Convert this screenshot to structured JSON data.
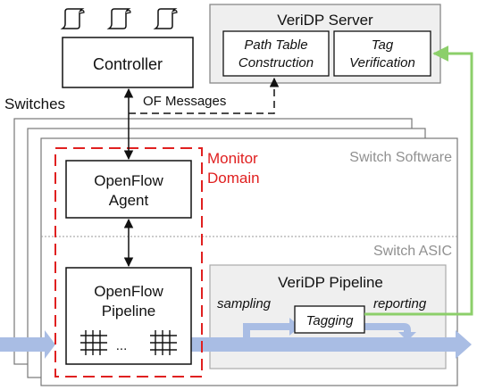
{
  "controller": {
    "label": "Controller"
  },
  "server": {
    "title": "VeriDP Server",
    "path_table": [
      "Path Table",
      "Construction"
    ],
    "tag_verification": [
      "Tag",
      "Verification"
    ]
  },
  "labels": {
    "switches": "Switches",
    "of_messages": "OF Messages",
    "switch_software": "Switch Software",
    "switch_asic": "Switch ASIC",
    "monitor_domain": [
      "Monitor",
      "Domain"
    ]
  },
  "openflow_agent": [
    "OpenFlow",
    "Agent"
  ],
  "openflow_pipeline": [
    "OpenFlow",
    "Pipeline"
  ],
  "table_ellipsis": "...",
  "veridp_pipeline": {
    "title": "VeriDP Pipeline",
    "sampling": "sampling",
    "tagging": "Tagging",
    "reporting": "reporting"
  },
  "colors": {
    "monitor_domain": "#e02020",
    "report_arrow": "#8ccf6a",
    "packet_flow": "#a9bde4",
    "panel_fill": "#efefef",
    "muted_text": "#909090"
  }
}
